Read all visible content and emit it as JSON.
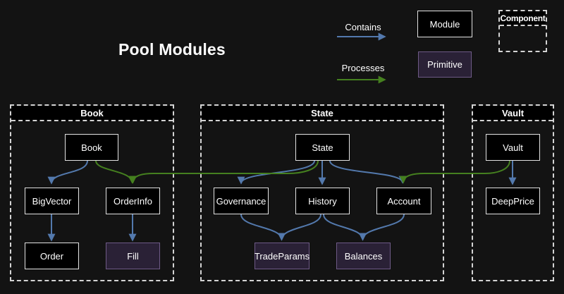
{
  "title": "Pool Modules",
  "colors": {
    "background": "#131313",
    "contains_arrow": "#5379ad",
    "processes_arrow": "#45801f",
    "module_fill": "#000000",
    "module_border": "#e3e3e3",
    "primitive_fill": "#2a2136",
    "primitive_border": "#6e5a86",
    "container_border": "#d4d4d4"
  },
  "legend": {
    "contains_label": "Contains",
    "processes_label": "Processes",
    "module_label": "Module",
    "primitive_label": "Primitive",
    "component_label": "Component"
  },
  "containers": {
    "book": {
      "title": "Book"
    },
    "state": {
      "title": "State"
    },
    "vault": {
      "title": "Vault"
    }
  },
  "nodes": {
    "book": {
      "label": "Book",
      "type": "module"
    },
    "bigvector": {
      "label": "BigVector",
      "type": "module"
    },
    "orderinfo": {
      "label": "OrderInfo",
      "type": "module"
    },
    "order": {
      "label": "Order",
      "type": "module"
    },
    "fill": {
      "label": "Fill",
      "type": "primitive"
    },
    "state": {
      "label": "State",
      "type": "module"
    },
    "governance": {
      "label": "Governance",
      "type": "module"
    },
    "history": {
      "label": "History",
      "type": "module"
    },
    "account": {
      "label": "Account",
      "type": "module"
    },
    "tradeparams": {
      "label": "TradeParams",
      "type": "primitive"
    },
    "balances": {
      "label": "Balances",
      "type": "primitive"
    },
    "vault": {
      "label": "Vault",
      "type": "module"
    },
    "deepprice": {
      "label": "DeepPrice",
      "type": "module"
    }
  },
  "edges": [
    {
      "from": "Book",
      "to": "BigVector",
      "kind": "contains"
    },
    {
      "from": "Book",
      "to": "OrderInfo",
      "kind": "processes"
    },
    {
      "from": "BigVector",
      "to": "Order",
      "kind": "contains"
    },
    {
      "from": "OrderInfo",
      "to": "Fill",
      "kind": "contains"
    },
    {
      "from": "State",
      "to": "Governance",
      "kind": "contains"
    },
    {
      "from": "State",
      "to": "History",
      "kind": "contains"
    },
    {
      "from": "State",
      "to": "Account",
      "kind": "contains"
    },
    {
      "from": "State",
      "to": "OrderInfo",
      "kind": "processes"
    },
    {
      "from": "Governance",
      "to": "TradeParams",
      "kind": "contains"
    },
    {
      "from": "History",
      "to": "TradeParams",
      "kind": "contains"
    },
    {
      "from": "History",
      "to": "Balances",
      "kind": "contains"
    },
    {
      "from": "Account",
      "to": "Balances",
      "kind": "contains"
    },
    {
      "from": "Vault",
      "to": "DeepPrice",
      "kind": "contains"
    },
    {
      "from": "Vault",
      "to": "Account",
      "kind": "processes"
    }
  ]
}
